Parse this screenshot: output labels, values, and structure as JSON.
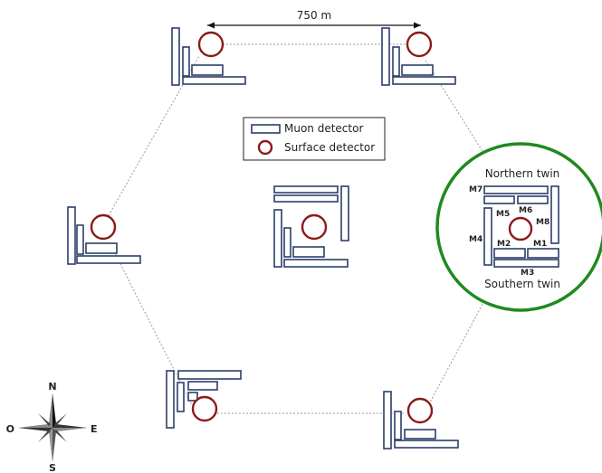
{
  "scale_label": "750 m",
  "legend": {
    "muon_label": "Muon detector",
    "surface_label": "Surface detector"
  },
  "zoom": {
    "northern_label": "Northern twin",
    "southern_label": "Southern twin",
    "modules": [
      "M1",
      "M2",
      "M3",
      "M4",
      "M5",
      "M6",
      "M7",
      "M8"
    ],
    "highlight_color": "#1f8a1f"
  },
  "compass": {
    "north": "N",
    "south": "S",
    "east": "E",
    "west": "O"
  },
  "colors": {
    "muon_detector": "#2b3f6b",
    "surface_detector": "#8b1a1a",
    "grid_line": "#9a9a9a"
  }
}
